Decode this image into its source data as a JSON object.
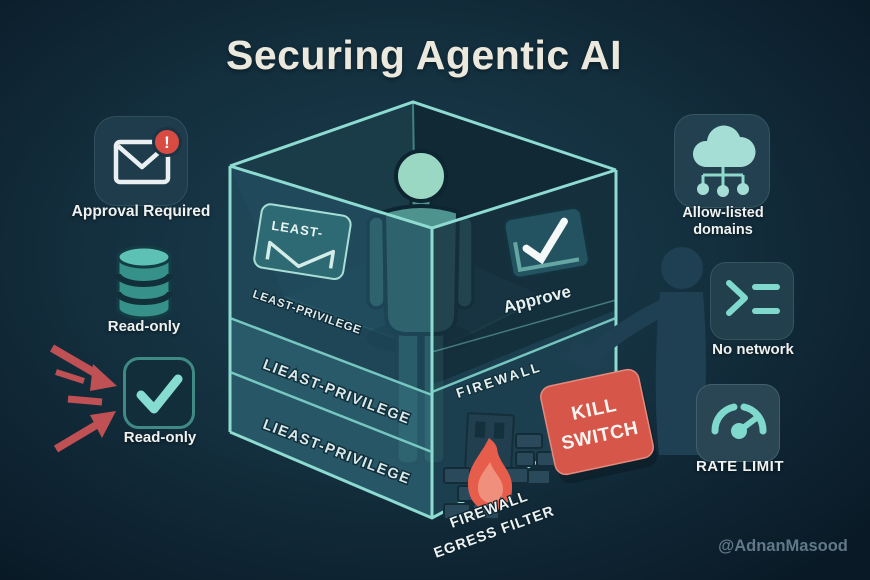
{
  "title": "Securing Agentic AI",
  "watermark": "@AdnanMasood",
  "colors": {
    "background": "#14303f",
    "teal_accent": "#7fd9cd",
    "cube_edge": "#8edbd2",
    "kill_switch_red": "#d6564a",
    "arrow_red": "#bf5053",
    "alert_red": "#d84b42"
  },
  "left_column": {
    "items": [
      {
        "icon": "mail-alert-icon",
        "badge": "!",
        "label": "Approval Required"
      },
      {
        "icon": "database-icon",
        "label": "Read-only"
      },
      {
        "icon": "approved-check-icon",
        "label": "Read-only"
      }
    ]
  },
  "right_column": {
    "items": [
      {
        "icon": "cloud-network-icon",
        "label": "Allow-listed\ndomains"
      },
      {
        "icon": "terminal-icon",
        "label": "No network"
      },
      {
        "icon": "gauge-icon",
        "label": "RATE LIMIT"
      }
    ]
  },
  "cube": {
    "least_badge_label": "LEAST-",
    "least_privilege_label": "LEAST-PRIVILEGE",
    "approve_label": "Approve",
    "band1_label": "LIEAST-PRIVILEGE",
    "band2_label": "LIEAST-PRIVILEGE",
    "firewall_label": "FIREWALL",
    "kill_switch_line1": "KILL",
    "kill_switch_line2": "SWITCH",
    "egress_line1": "FIREWALL",
    "egress_line2": "EGRESS FILTER"
  }
}
